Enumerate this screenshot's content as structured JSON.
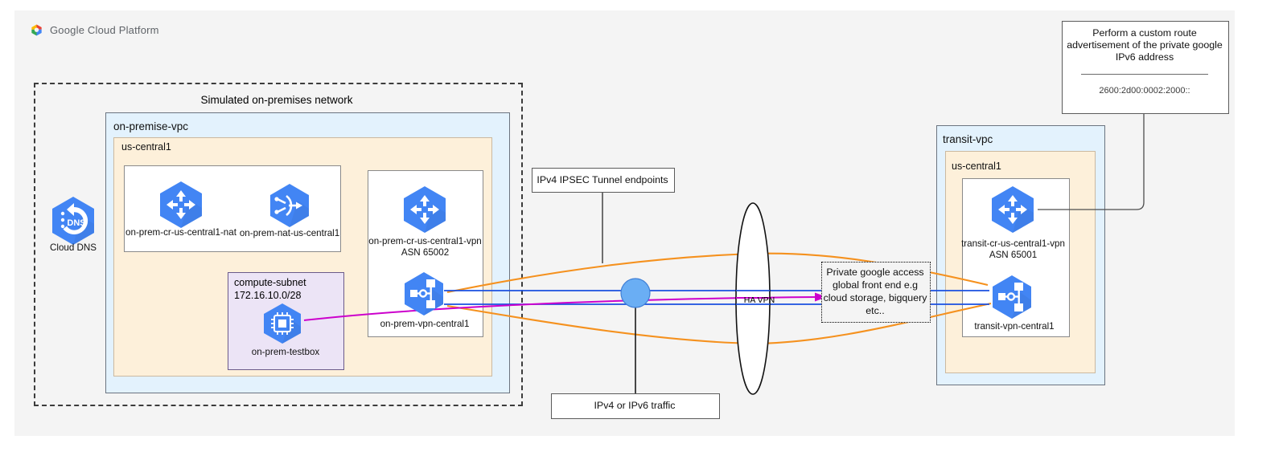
{
  "brand": {
    "text": "Google Cloud Platform",
    "logo_icon": "google-cloud-hexagon-logo"
  },
  "onprem": {
    "outer_label": "Simulated on-premises network",
    "vpc_label": "on-premise-vpc",
    "region_label": "us-central1",
    "nodes": {
      "cloud_dns": {
        "label": "Cloud DNS",
        "icon": "cloud-dns-icon"
      },
      "cloud_router_nat": {
        "label": "on-prem-cr-us-central1-nat",
        "icon": "cloud-router-icon"
      },
      "cloud_nat": {
        "label": "on-prem-nat-us-central1",
        "icon": "cloud-nat-icon"
      },
      "cloud_router_vpn": {
        "label": "on-prem-cr-us-central1-vpn",
        "sublabel": "ASN 65002",
        "icon": "cloud-router-icon"
      },
      "vpn_gateway": {
        "label": "on-prem-vpn-central1",
        "icon": "vpn-gateway-icon"
      },
      "testbox": {
        "label": "on-prem-testbox",
        "icon": "compute-instance-icon"
      }
    },
    "subnet": {
      "name": "compute-subnet",
      "cidr": "172.16.10.0/28"
    }
  },
  "transit": {
    "vpc_label": "transit-vpc",
    "region_label": "us-central1",
    "nodes": {
      "cloud_router_vpn": {
        "label": "transit-cr-us-central1-vpn",
        "sublabel": "ASN 65001",
        "icon": "cloud-router-icon"
      },
      "vpn_gateway": {
        "label": "transit-vpn-central1",
        "icon": "vpn-gateway-icon"
      }
    }
  },
  "annotations": {
    "ipsec_endpoints": "IPv4 IPSEC Tunnel endpoints",
    "traffic": "IPv4 or IPv6 traffic",
    "ha_vpn": "HA VPN",
    "custom_route": {
      "line1": "Perform a custom route",
      "line2": "advertisement of the private google",
      "line3": "IPv6 address",
      "address": "2600:2d00:0002:2000::"
    },
    "private_google_access": {
      "line1": "Private google access",
      "line2": "global front end e.g",
      "line3": "cloud storage, bigquery",
      "line4": "etc.."
    }
  },
  "colors": {
    "gcp_blue": "#4285f4",
    "vpc_fill": "#e3f2fd",
    "region_fill": "#fdf0da",
    "subnet_fill": "#ece4f6",
    "tunnel_orange": "#f5911e",
    "tunnel_blue": "#1a4fe0",
    "traffic_magenta": "#cc00cc",
    "canvas": "#f4f4f4"
  }
}
